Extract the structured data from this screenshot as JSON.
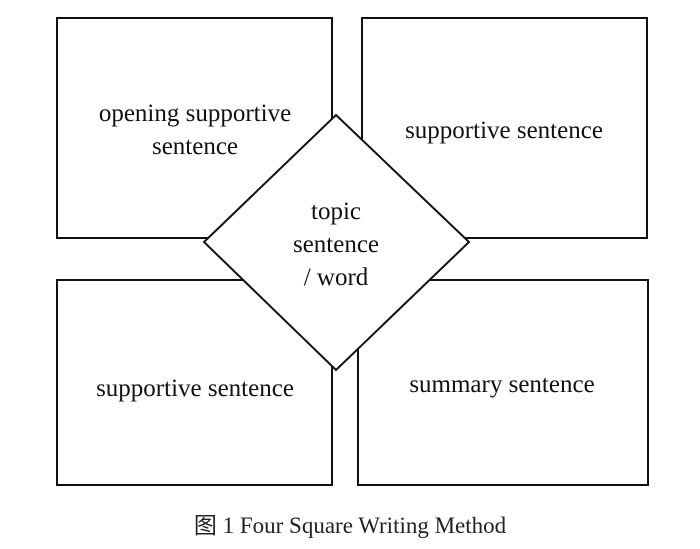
{
  "diagram": {
    "squares": {
      "top_left": {
        "lines": [
          "opening supportive",
          "sentence"
        ]
      },
      "top_right": {
        "lines": [
          "supportive sentence"
        ]
      },
      "bottom_left": {
        "lines": [
          "supportive sentence"
        ]
      },
      "bottom_right": {
        "lines": [
          "summary sentence"
        ]
      }
    },
    "center": {
      "lines": [
        "topic",
        "sentence",
        "/ word"
      ]
    }
  },
  "caption": "图 1   Four Square Writing Method",
  "colors": {
    "stroke": "#111111",
    "fill": "#ffffff",
    "text": "#111111"
  }
}
